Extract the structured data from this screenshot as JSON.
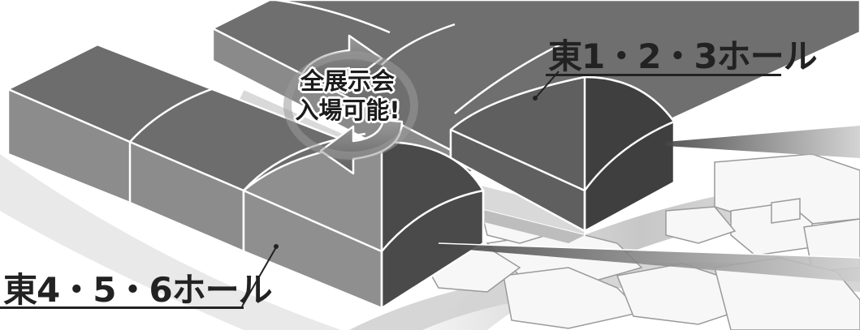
{
  "labels": {
    "east_123": "東1・2・3ホール",
    "east_456": "東4・5・6ホール"
  },
  "notice": {
    "line1": "全展示会",
    "line2": "入場可能!"
  },
  "colors": {
    "hall_roof_dark": "#6e6e6e",
    "hall_wall_front": "#5c5c5c",
    "hall_wall_side": "#8a8a8a",
    "arrow": "#7a7a7a",
    "label_text": "#222222"
  }
}
